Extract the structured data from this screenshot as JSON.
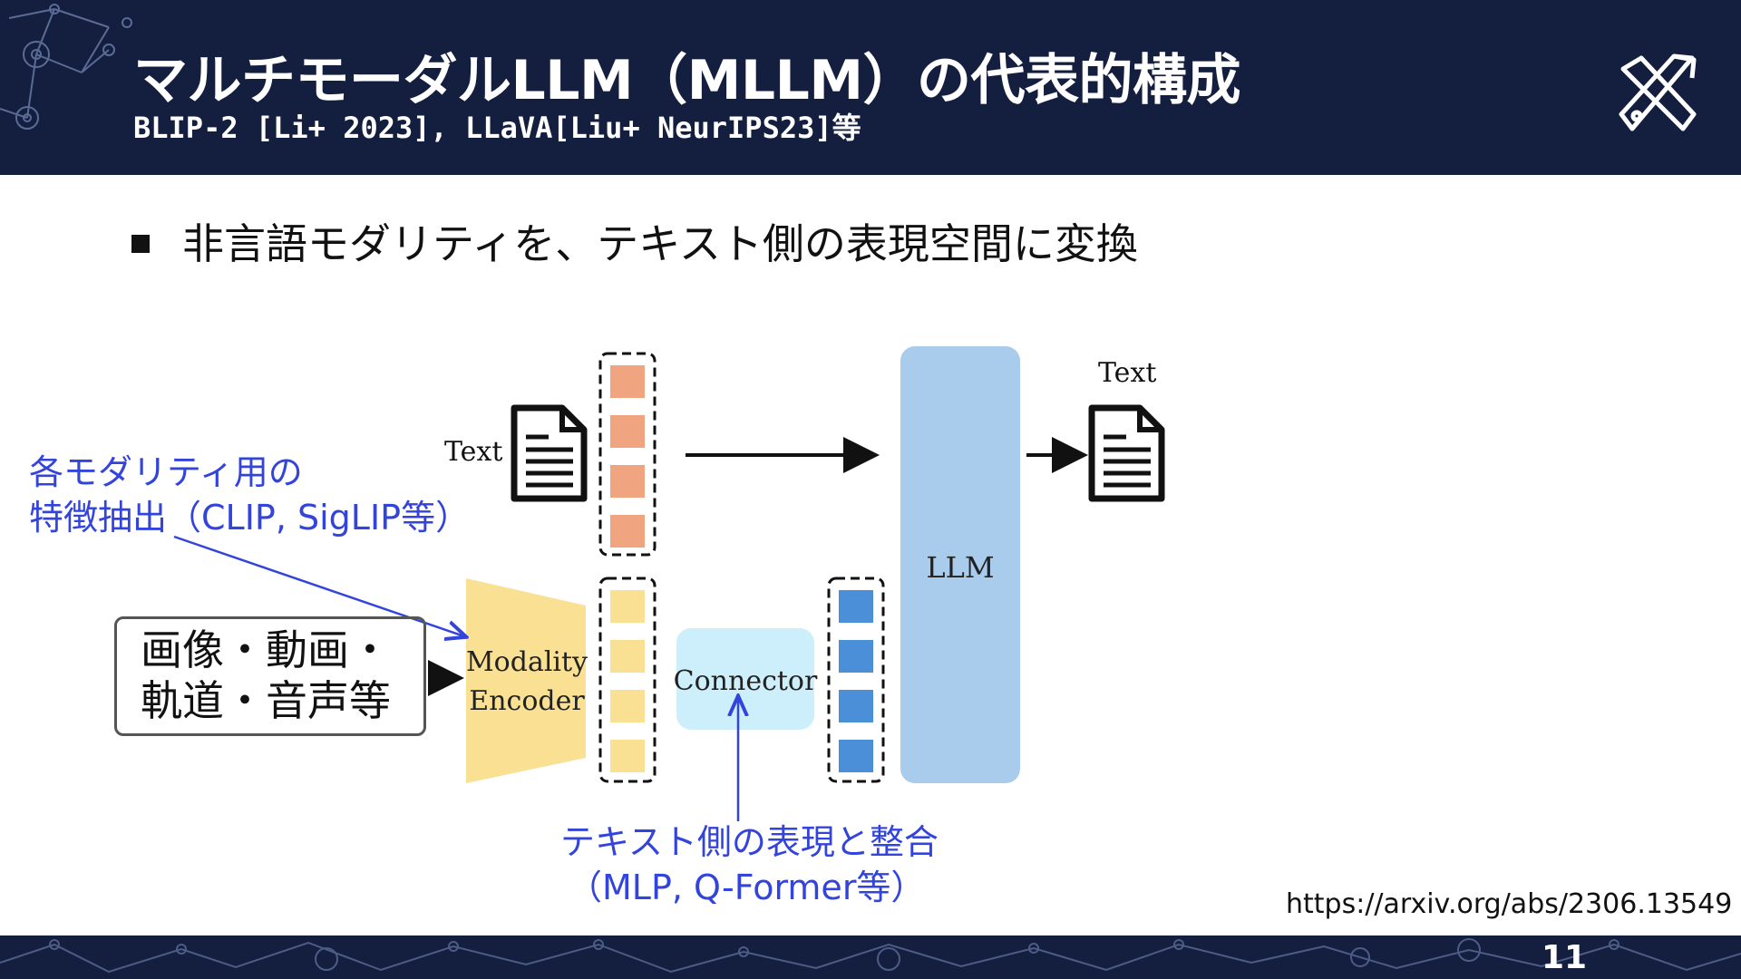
{
  "header": {
    "title": "マルチモーダルLLM（MLLM）の代表的構成",
    "subtitle": "BLIP-2 [Li+ 2023], LLaVA[Liu+ NeurIPS23]等"
  },
  "bullet": "非言語モダリティを、テキスト側の表現空間に変換",
  "diagram": {
    "text_input_label": "Text",
    "text_output_label": "Text",
    "encoder_label_line1": "Modality",
    "encoder_label_line2": "Encoder",
    "connector_label": "Connector",
    "llm_label": "LLM",
    "input_box_line1": "画像・動画・",
    "input_box_line2": "軌道・音声等",
    "annotation_encoder_line1": "各モダリティ用の",
    "annotation_encoder_line2": "特徴抽出（CLIP, SigLIP等）",
    "annotation_connector_line1": "テキスト側の表現と整合",
    "annotation_connector_line2": "（MLP, Q-Former等）",
    "colors": {
      "text_token": "#f0a47f",
      "modality_token": "#f9e093",
      "aligned_token": "#4a8fd8",
      "encoder": "#f9e093",
      "connector": "#cdeefb",
      "llm": "#a9cbec",
      "annotation": "#3344dd"
    }
  },
  "url": "https://arxiv.org/abs/2306.13549",
  "page_number": "11",
  "logo_icon": "crossed-tools-logo-icon"
}
